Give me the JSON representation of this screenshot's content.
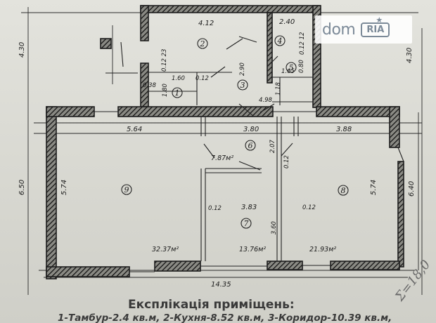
{
  "watermark": {
    "brand": "dom",
    "badge": "RIA"
  },
  "dimensions": {
    "top_4_12": "4.12",
    "top_2_40": "2.40",
    "left_4_30": "4.30",
    "right_4_30": "4.30",
    "v_0_12_23": "0.12 23",
    "v_0_12_12": "0.12 12",
    "d_1_60": "1.60",
    "d_0_12": "0.12",
    "d_0_38": "0.38",
    "d_1_80": "1.80",
    "d_2_90": "2.90",
    "d_1_65": "1.65",
    "d_0_80": "0.80",
    "d_1_18": "1.18",
    "d_4_98": "4.98",
    "d_5_64": "5.64",
    "d_3_80": "3.80",
    "d_3_88": "3.88",
    "d_2_07": "2.07",
    "d_0_12b": "0.12",
    "d_6_50": "6.50",
    "d_5_74_left": "5.74",
    "d_5_74_right": "5.74",
    "d_6_40": "6.40",
    "d_0_12_left": "0.12",
    "d_3_83": "3.83",
    "d_0_12_right": "0.12",
    "d_3_60": "3.60",
    "d_14_35": "14.35"
  },
  "rooms": {
    "r1": "1",
    "r2": "2",
    "r3": "3",
    "r4": "4",
    "r5": "5",
    "r6": "6",
    "r7": "7",
    "r8": "8",
    "r9": "9"
  },
  "areas": {
    "a6": "7.87м²",
    "a9": "32.37м²",
    "a7": "13.76м²",
    "a8": "21.93м²"
  },
  "legend": {
    "title": "Експлікація приміщень:",
    "line1": "1-Тамбур-2.4 кв.м,   2-Кухня-8.52 кв.м,   3-Коридор-10.39 кв.м,"
  },
  "handnote": "Σ=18,0"
}
